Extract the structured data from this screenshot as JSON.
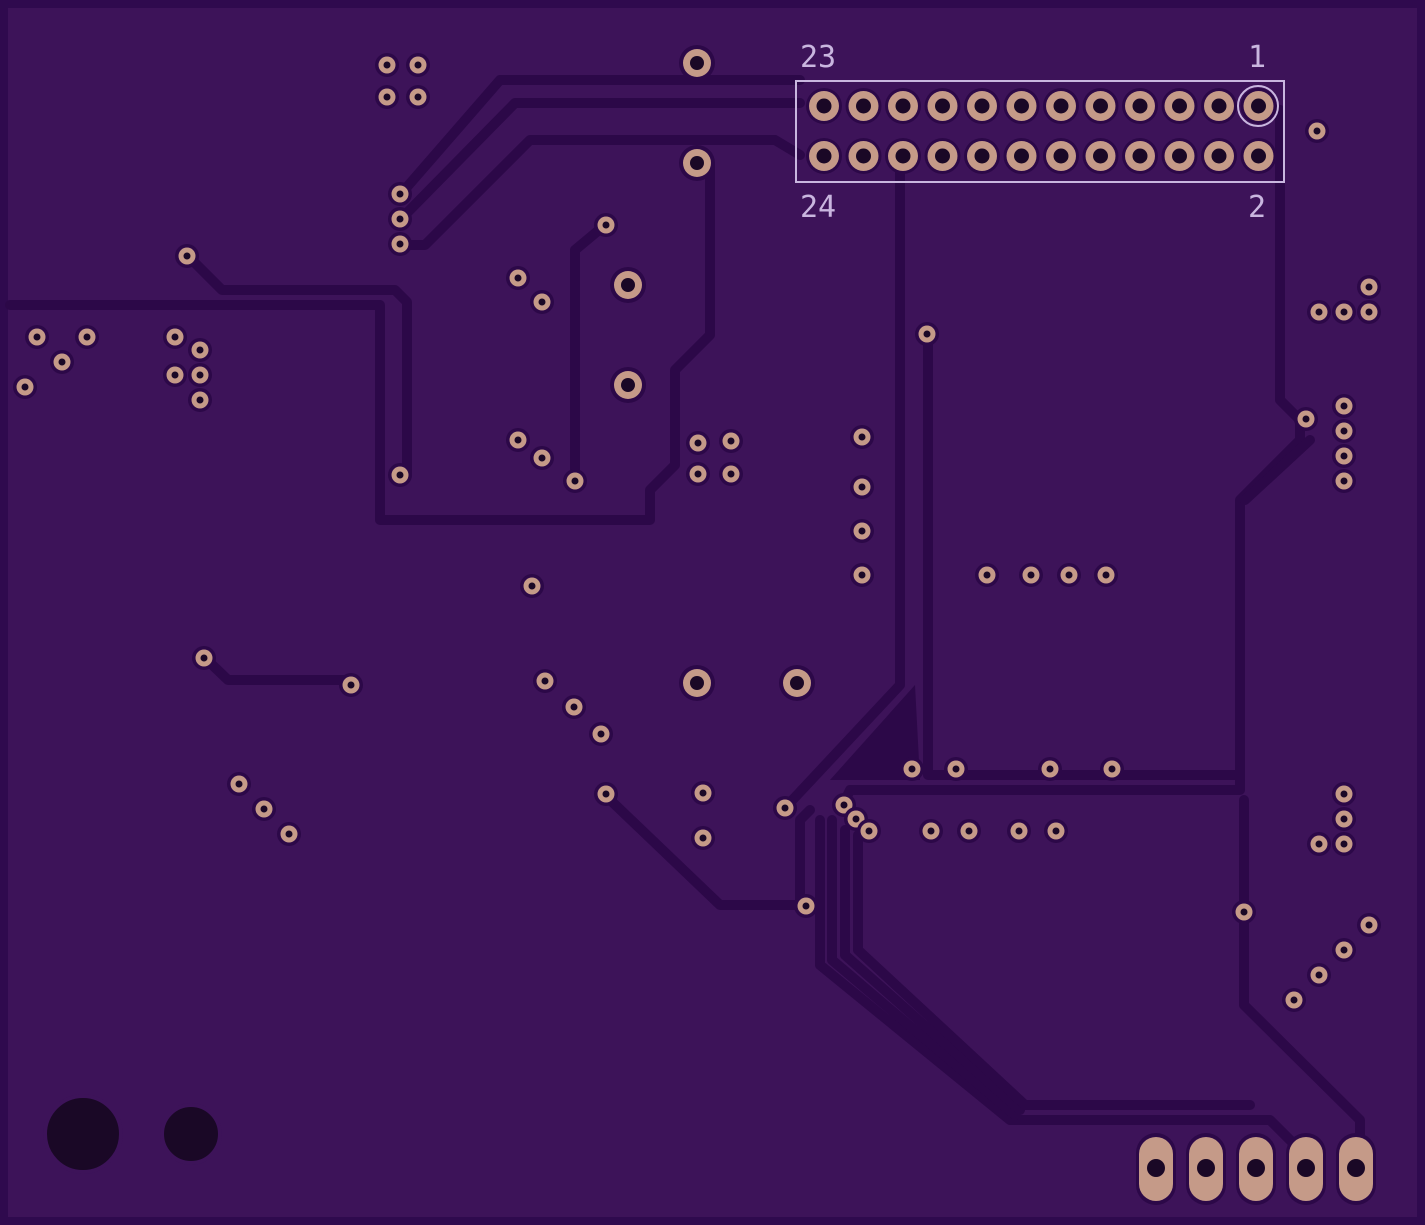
{
  "board": {
    "colors": {
      "background": "#3d1359",
      "edge": "#2f0a4e",
      "trace": "#2c0848",
      "copper": "#c59a88",
      "hole": "#1a0826",
      "silkscreen": "#c9b6df"
    }
  },
  "header": {
    "pin_labels": {
      "top_left": "23",
      "top_right": "1",
      "bottom_left": "24",
      "bottom_right": "2"
    },
    "pins_per_row": 12
  },
  "connector": {
    "pin_count": 5
  },
  "mounting_holes": {
    "count": 2
  }
}
